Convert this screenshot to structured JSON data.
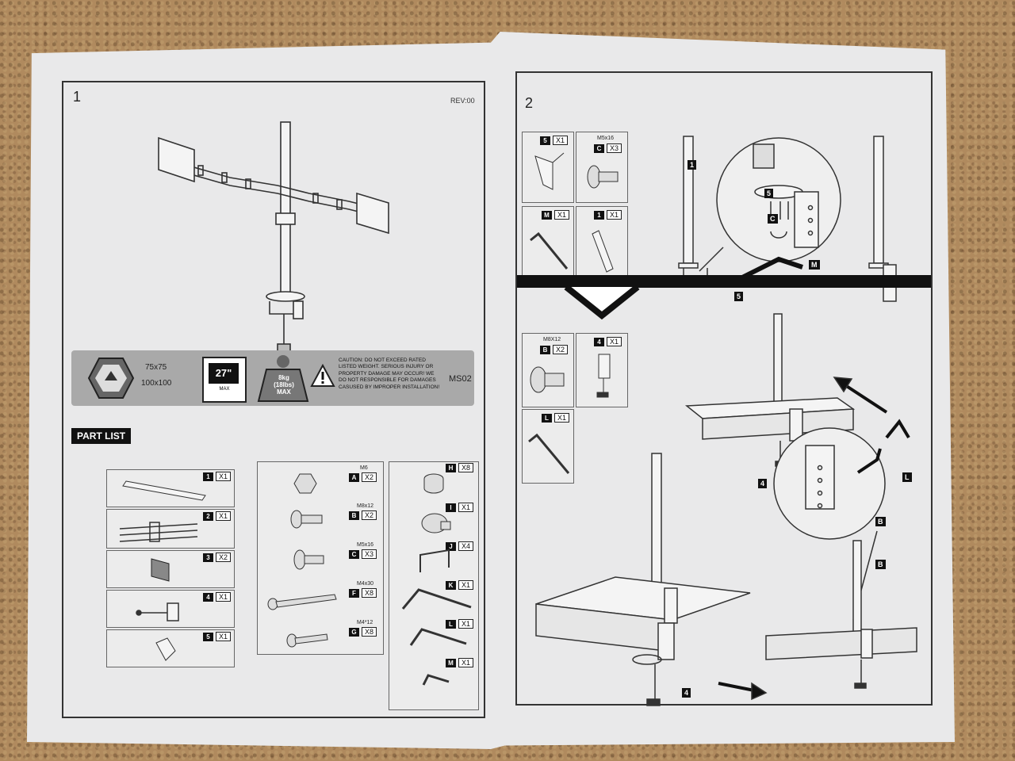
{
  "page1": {
    "number": "1",
    "rev": "REV:00",
    "vesa": [
      "75x75",
      "100x100"
    ],
    "screen_size": "27\"",
    "screen_note": "MAX",
    "weight": "8kg",
    "weight_lbs": "(18lbs)",
    "weight_note": "MAX",
    "caution": "CAUTION: DO NOT EXCEED RATED LISTED WEIGHT. SERIOUS INJURY OR PROPERTY DAMAGE MAY OCCUR! WE DO NOT RESPONSIBLE FOR DAMAGES CASUSED BY IMPROPER INSTALLATION!",
    "model": "MS02",
    "part_list_title": "PART LIST",
    "parts_left": [
      {
        "key": "1",
        "qty": "X1"
      },
      {
        "key": "2",
        "qty": "X1"
      },
      {
        "key": "3",
        "qty": "X2"
      },
      {
        "key": "4",
        "qty": "X1"
      },
      {
        "key": "5",
        "qty": "X1"
      }
    ],
    "parts_mid": [
      {
        "key": "A",
        "qty": "X2",
        "size": "M6"
      },
      {
        "key": "B",
        "qty": "X2",
        "size": "M8x12"
      },
      {
        "key": "C",
        "qty": "X3",
        "size": "M5x16"
      },
      {
        "key": "F",
        "qty": "X8",
        "size": "M4x30"
      },
      {
        "key": "G",
        "qty": "X8",
        "size": "M4*12"
      }
    ],
    "parts_right": [
      {
        "key": "H",
        "qty": "X8"
      },
      {
        "key": "I",
        "qty": "X1"
      },
      {
        "key": "J",
        "qty": "X4"
      },
      {
        "key": "K",
        "qty": "X1"
      },
      {
        "key": "L",
        "qty": "X1"
      },
      {
        "key": "M",
        "qty": "X1"
      }
    ]
  },
  "page2": {
    "number": "2",
    "top_parts": [
      {
        "key": "5",
        "qty": "X1",
        "size": ""
      },
      {
        "key": "C",
        "qty": "X3",
        "size": "M5x16"
      },
      {
        "key": "M",
        "qty": "X1",
        "size": ""
      },
      {
        "key": "1",
        "qty": "X1",
        "size": ""
      }
    ],
    "bottom_parts": [
      {
        "key": "B",
        "qty": "X2",
        "size": "M8X12"
      },
      {
        "key": "4",
        "qty": "X1",
        "size": ""
      },
      {
        "key": "L",
        "qty": "X1",
        "size": ""
      }
    ],
    "callouts": {
      "c": "C",
      "m": "M",
      "n5a": "5",
      "n5b": "5",
      "n1": "1",
      "l": "L",
      "b1": "B",
      "b2": "B",
      "n4a": "4",
      "n4b": "4"
    }
  }
}
